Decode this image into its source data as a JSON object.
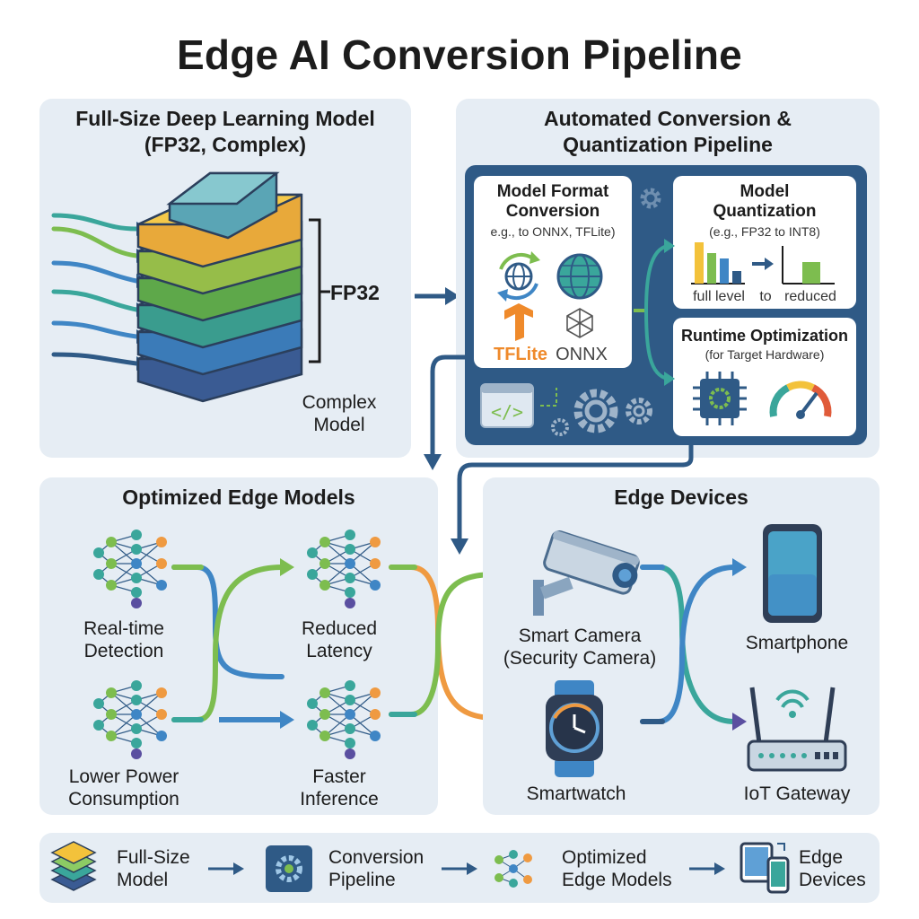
{
  "title": "Edge AI Conversion Pipeline",
  "full_model": {
    "title_line1": "Full-Size Deep Learning Model",
    "title_line2": "(FP32, Complex)",
    "fp_label": "FP32",
    "complex_line1": "Complex",
    "complex_line2": "Model"
  },
  "pipeline": {
    "title_line1": "Automated Conversion &",
    "title_line2": "Quantization Pipeline",
    "format": {
      "title_line1": "Model Format",
      "title_line2": "Conversion",
      "sub": "e.g., to ONNX, TFLite)",
      "tflite": "TFLite",
      "onnx": "ONNX"
    },
    "quant": {
      "title_line1": "Model",
      "title_line2": "Quantization",
      "sub": "(e.g., FP32 to INT8)",
      "axis_left": "full level",
      "axis_mid": "to",
      "axis_right": "reduced"
    },
    "runtime": {
      "title": "Runtime Optimization",
      "sub": "(for Target Hardware)"
    }
  },
  "optimized": {
    "title": "Optimized Edge Models",
    "items": [
      {
        "line1": "Real-time",
        "line2": "Detection"
      },
      {
        "line1": "Reduced",
        "line2": "Latency"
      },
      {
        "line1": "Lower Power",
        "line2": "Consumption"
      },
      {
        "line1": "Faster",
        "line2": "Inference"
      }
    ]
  },
  "devices": {
    "title": "Edge Devices",
    "camera_line1": "Smart Camera",
    "camera_line2": "(Security Camera)",
    "smartphone": "Smartphone",
    "smartwatch": "Smartwatch",
    "gateway": "IoT Gateway"
  },
  "legend": [
    {
      "line1": "Full-Size",
      "line2": "Model"
    },
    {
      "line1": "Conversion",
      "line2": "Pipeline"
    },
    {
      "line1": "Optimized",
      "line2": "Edge Models"
    },
    {
      "line1": "Edge",
      "line2": "Devices"
    }
  ],
  "colors": {
    "navy": "#2f5a86",
    "green": "#7dbd4f",
    "teal": "#3aa69b",
    "blue": "#3f86c5",
    "orange": "#ef9a41",
    "yellow": "#f3c23b",
    "panel": "#e6edf4"
  }
}
